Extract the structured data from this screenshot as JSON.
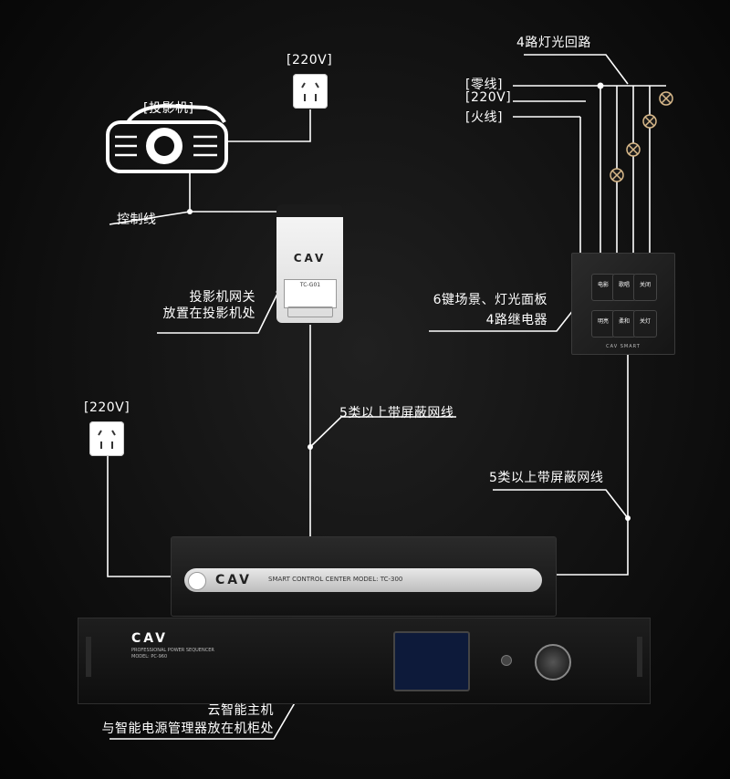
{
  "labels": {
    "outlet_top": "[220V]",
    "projector": "[投影机]",
    "control_wire": "控制线",
    "gateway_line1": "投影机网关",
    "gateway_line2": "放置在投影机处",
    "lighting_circuits": "4路灯光回路",
    "neutral": "[零线]",
    "voltage": "[220V]",
    "live": "[火线]",
    "panel_line1": "6键场景、灯光面板",
    "panel_line2": "4路继电器",
    "outlet_left": "[220V]",
    "cable_1": "5类以上带屏蔽网线",
    "cable_2": "5类以上带屏蔽网线",
    "host_line1": "云智能主机",
    "host_line2": "与智能电源管理器放在机柜处"
  },
  "devices": {
    "gateway_logo": "CAV",
    "gateway_model": "TC-G01",
    "panel_brand": "CAV SMART",
    "panel_buttons": [
      "电影",
      "歌唱",
      "关闭",
      "明亮",
      "柔和",
      "关灯"
    ],
    "host_brand": "CAV",
    "host_model": "SMART CONTROL CENTER  MODEL: TC-300",
    "rack_brand": "CAV",
    "rack_model_line1": "PROFESSIONAL POWER SEQUENCER",
    "rack_model_line2": "MODEL: PC-960"
  },
  "colors": {
    "wire": "#ffffff",
    "background": "#111111",
    "lamp": "#d9b98a"
  }
}
